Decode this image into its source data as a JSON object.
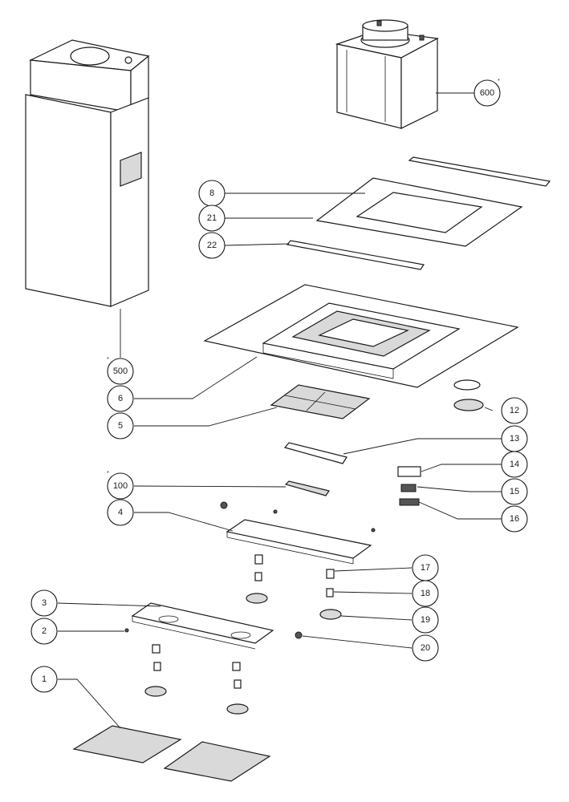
{
  "callouts": [
    {
      "id": "c1",
      "label": "1"
    },
    {
      "id": "c2",
      "label": "2"
    },
    {
      "id": "c3",
      "label": "3"
    },
    {
      "id": "c4",
      "label": "4"
    },
    {
      "id": "c5",
      "label": "5"
    },
    {
      "id": "c6",
      "label": "6"
    },
    {
      "id": "c8",
      "label": "8"
    },
    {
      "id": "c12",
      "label": "12"
    },
    {
      "id": "c13",
      "label": "13"
    },
    {
      "id": "c14",
      "label": "14"
    },
    {
      "id": "c15",
      "label": "15"
    },
    {
      "id": "c16",
      "label": "16"
    },
    {
      "id": "c17",
      "label": "17"
    },
    {
      "id": "c18",
      "label": "18"
    },
    {
      "id": "c19",
      "label": "19"
    },
    {
      "id": "c20",
      "label": "20"
    },
    {
      "id": "c21",
      "label": "21"
    },
    {
      "id": "c22",
      "label": "22"
    },
    {
      "id": "c100",
      "label": "100"
    },
    {
      "id": "c500",
      "label": "500"
    },
    {
      "id": "c600",
      "label": "600"
    }
  ],
  "asterisk": "*"
}
